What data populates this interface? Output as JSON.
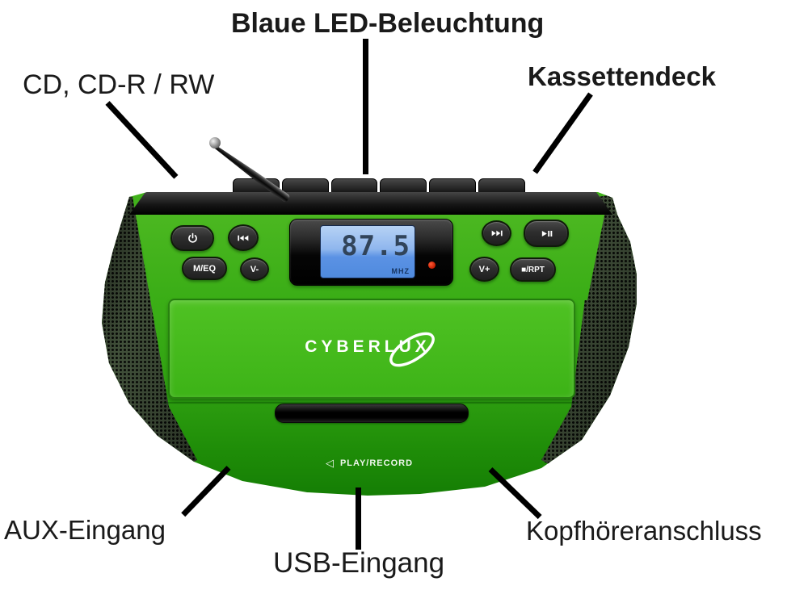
{
  "annotations": {
    "top_center": {
      "label": "Blaue LED-Beleuchtung"
    },
    "top_left": {
      "label": "CD, CD-R / RW"
    },
    "top_right": {
      "label": "Kassettendeck"
    },
    "bottom_left": {
      "label": "AUX-Eingang"
    },
    "bottom_center": {
      "label": "USB-Eingang"
    },
    "bottom_right": {
      "label": "Kopfhöreranschluss"
    }
  },
  "device": {
    "brand": "CYBERLUX",
    "display": {
      "value": "87.5",
      "unit": "MHZ"
    },
    "buttons": {
      "meq": "M/EQ",
      "volume_down": "V-",
      "volume_up": "V+",
      "stop_repeat": "■/RPT"
    },
    "icons": {
      "power": "power-icon",
      "skip_back": "skip-back-icon",
      "skip_forward": "skip-forward-icon",
      "play_pause": "play-pause-icon",
      "play_record_arrow": "◁"
    },
    "deck_label": {
      "text": "PLAY/RECORD"
    }
  },
  "colors": {
    "body_green": "#3aad16",
    "door_green": "#4fc223",
    "grille_dark": "#41503a",
    "lcd_blue": "#5b92e4",
    "led_red": "#c21d00",
    "annotation_black": "#000000"
  }
}
